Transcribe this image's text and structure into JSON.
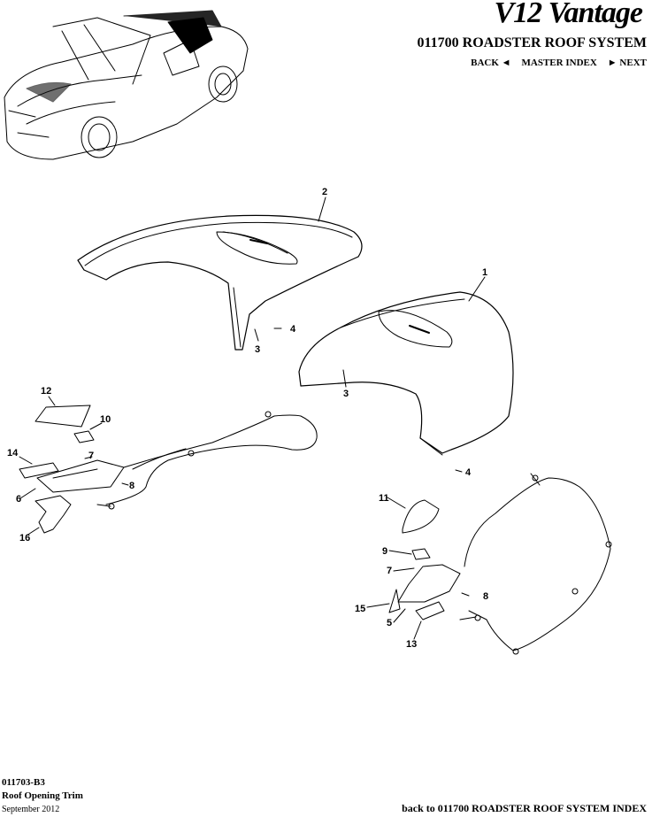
{
  "header": {
    "brand": "V12 Vantage",
    "section_title": "011700 ROADSTER ROOF SYSTEM",
    "nav": {
      "back": "BACK ◄",
      "master_index": "MASTER INDEX",
      "next": "► NEXT"
    }
  },
  "callouts": {
    "c1": "1",
    "c2": "2",
    "c3a": "3",
    "c3b": "3",
    "c4a": "4",
    "c4b": "4",
    "c5": "5",
    "c6": "6",
    "c7a": "7",
    "c7b": "7",
    "c8a": "8",
    "c8b": "8",
    "c9": "9",
    "c10": "10",
    "c11": "11",
    "c12": "12",
    "c13": "13",
    "c14": "14",
    "c15": "15",
    "c16": "16"
  },
  "footer": {
    "code": "011703-B3",
    "title": "Roof Opening Trim",
    "date": "September 2012",
    "index_link": "back to 011700 ROADSTER ROOF SYSTEM INDEX"
  }
}
